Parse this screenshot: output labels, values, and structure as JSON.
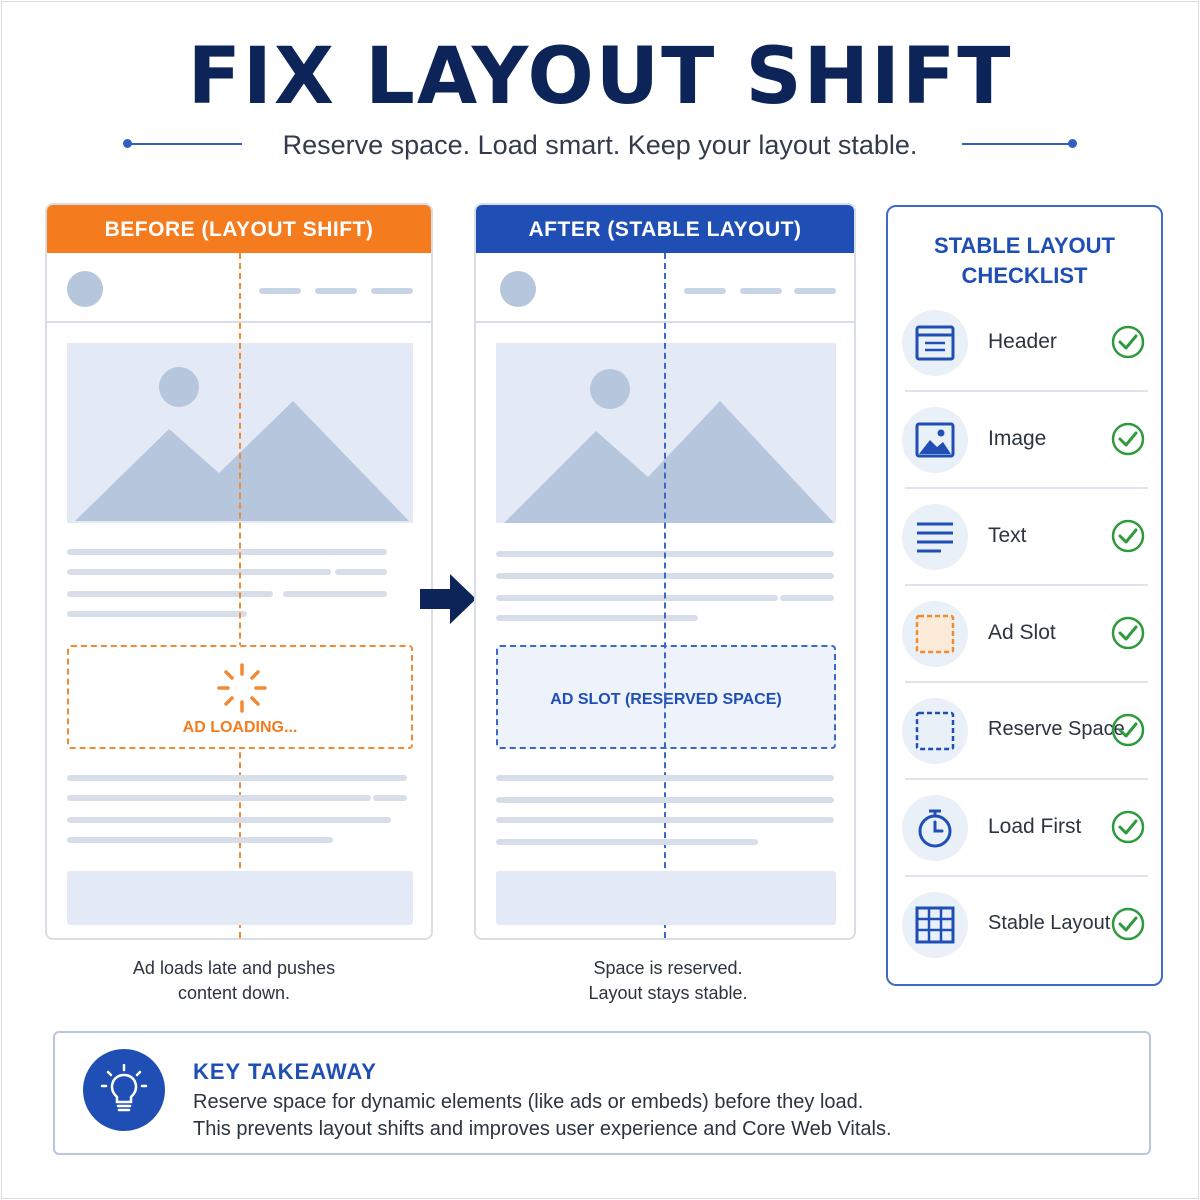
{
  "header": {
    "title": "FIX LAYOUT SHIFT",
    "subtitle": "Reserve space. Load smart. Keep your layout stable."
  },
  "before_panel": {
    "title": "BEFORE (LAYOUT SHIFT)",
    "ad_label": "AD LOADING...",
    "caption_line1": "Ad loads late and pushes",
    "caption_line2": "content down."
  },
  "after_panel": {
    "title": "AFTER (STABLE LAYOUT)",
    "ad_label": "AD SLOT (RESERVED SPACE)",
    "caption_line1": "Space is reserved.",
    "caption_line2": "Layout stays stable."
  },
  "checklist": {
    "title_line1": "STABLE LAYOUT",
    "title_line2": "CHECKLIST",
    "items": [
      {
        "label": "Header",
        "icon": "header-icon"
      },
      {
        "label": "Image",
        "icon": "image-icon"
      },
      {
        "label": "Text",
        "icon": "text-icon"
      },
      {
        "label": "Ad Slot",
        "icon": "ad-slot-icon"
      },
      {
        "label": "Reserve Space",
        "icon": "reserve-space-icon"
      },
      {
        "label": "Load First",
        "icon": "stopwatch-icon"
      },
      {
        "label": "Stable Layout",
        "icon": "grid-icon"
      }
    ]
  },
  "takeaway": {
    "title": "KEY TAKEAWAY",
    "line1": "Reserve space for dynamic elements (like ads or embeds) before they load.",
    "line2": "This prevents layout shifts and improves user experience and Core Web Vitals."
  },
  "colors": {
    "navy": "#0d2458",
    "blue": "#1f4fb5",
    "orange": "#f57b1f",
    "green": "#2e9a3e"
  }
}
